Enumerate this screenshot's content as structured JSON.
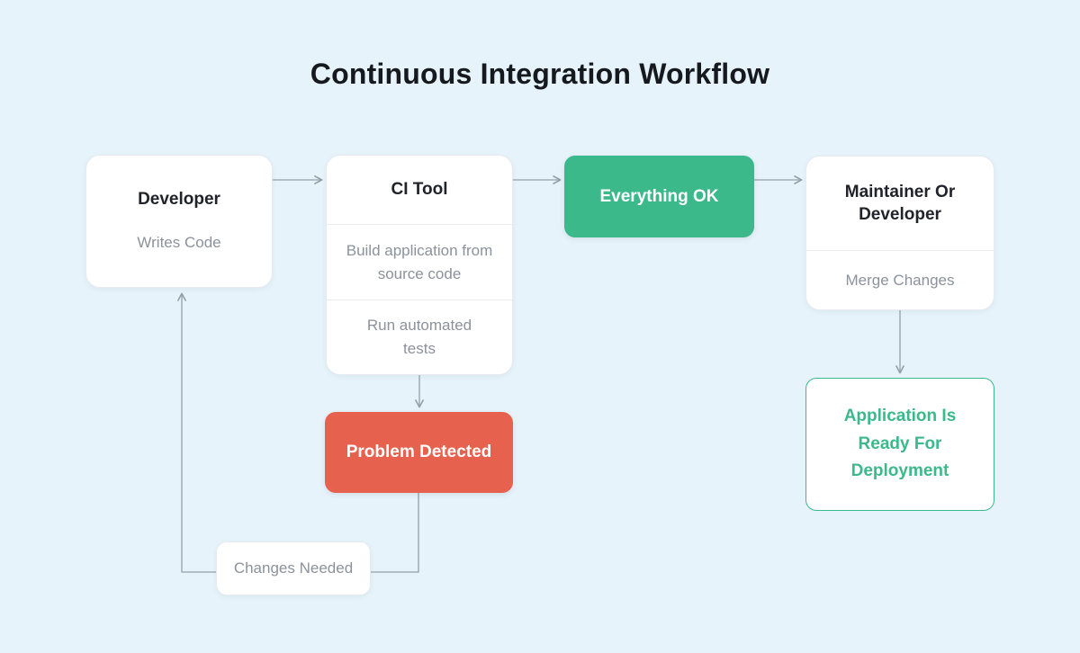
{
  "title": "Continuous Integration Workflow",
  "colors": {
    "background": "#e6f3fa",
    "success_green": "#3cb98b",
    "danger_red": "#e7624e",
    "connector_gray": "#95a0aa",
    "muted_text": "#8b929b",
    "dark_text": "#20242a"
  },
  "nodes": {
    "developer": {
      "title": "Developer",
      "subtitle": "Writes Code"
    },
    "ci_tool": {
      "title": "CI Tool",
      "rows": [
        "Build application from source code",
        "Run automated tests"
      ]
    },
    "everything_ok": {
      "label": "Everything OK"
    },
    "maintainer": {
      "title": "Maintainer Or Developer",
      "subtitle": "Merge Changes"
    },
    "application_ready": {
      "label": "Application Is Ready For Deployment"
    },
    "problem_detected": {
      "label": "Problem Detected"
    },
    "changes_needed": {
      "label": "Changes Needed"
    }
  }
}
